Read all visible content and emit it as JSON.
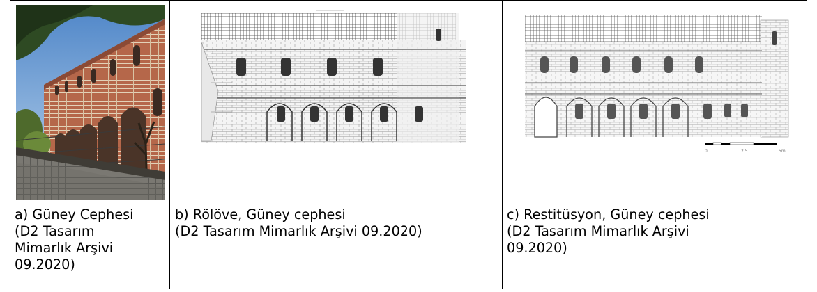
{
  "figures": [
    {
      "label": "a) Güney Cephesi",
      "caption_lines": [
        "a) Güney Cephesi",
        "(D2 Tasarım",
        "Mimarlık Arşivi",
        "09.2020)"
      ],
      "image_icon": "building-photo-icon"
    },
    {
      "label": "b) Rölöve, Güney cephesi",
      "caption_lines": [
        "b) Rölöve, Güney cephesi",
        "(D2 Tasarım Mimarlık Arşivi 09.2020)"
      ],
      "image_icon": "survey-drawing-icon"
    },
    {
      "label": "c) Restitüsyon, Güney cephesi",
      "caption_lines": [
        "c) Restitüsyon, Güney cephesi",
        "(D2 Tasarım Mimarlık Arşivi",
        "09.2020)"
      ],
      "image_icon": "restitution-drawing-icon"
    }
  ],
  "scale_bar_labels": [
    "0",
    "2.5",
    "5m"
  ]
}
